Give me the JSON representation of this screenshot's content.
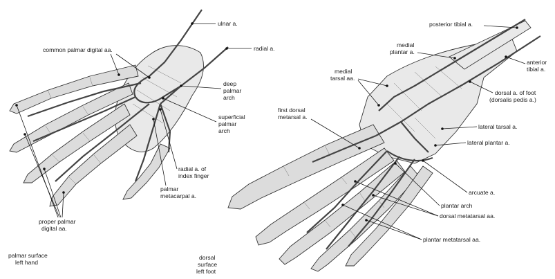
{
  "hand": {
    "labels": {
      "ulnar": "ulnar a.",
      "radial": "radial a.",
      "common_palmar_digital": "common palmar digital aa.",
      "deep_palmar_arch": [
        "deep",
        "palmar",
        "arch"
      ],
      "superficial_palmar_arch": [
        "superficial",
        "palmar",
        "arch"
      ],
      "radial_index": [
        "radial a. of",
        "index finger"
      ],
      "palmar_metacarpal": [
        "palmar",
        "metacarpal a."
      ],
      "proper_palmar_digital": [
        "proper palmar",
        "digital aa."
      ]
    },
    "caption": [
      "palmar surface",
      "left hand"
    ]
  },
  "foot": {
    "labels": {
      "posterior_tibial": "posterior tibial a.",
      "anterior_tibial": [
        "anterior",
        "tibial a."
      ],
      "medial_plantar": [
        "medial",
        "plantar a."
      ],
      "medial_tarsal": [
        "medial",
        "tarsal aa."
      ],
      "dorsal_foot": [
        "dorsal a. of foot",
        "(dorsalis pedis a.)"
      ],
      "first_dorsal_metatarsal": [
        "first dorsal",
        "metarsal a."
      ],
      "lateral_tarsal": "lateral tarsal a.",
      "lateral_plantar": "lateral plantar a.",
      "arcuate": "arcuate a.",
      "plantar_arch": "plantar arch",
      "dorsal_metatarsal": "dorsal metatarsal aa.",
      "plantar_metatarsal": "plantar metatarsal aa."
    },
    "caption": [
      "dorsal",
      "surface",
      "left foot"
    ]
  }
}
